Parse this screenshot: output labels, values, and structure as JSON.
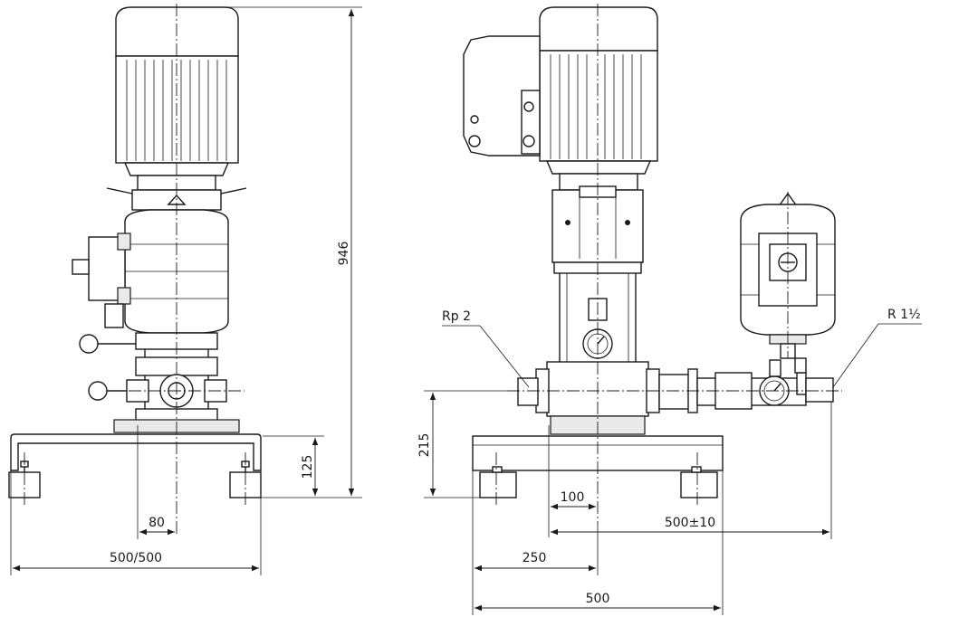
{
  "labels": {
    "height_total": "946",
    "base_height_left": "125",
    "offset_80": "80",
    "width_left": "500/500",
    "inlet_thread": "Rp 2",
    "outlet_thread": "R 1½",
    "pipe_height": "215",
    "offset_100": "100",
    "pipe_length": "500±10",
    "offset_250": "250",
    "base_width_right": "500"
  },
  "colors": {
    "line": "#1a1a1a",
    "fill": "#e9e9e9"
  }
}
